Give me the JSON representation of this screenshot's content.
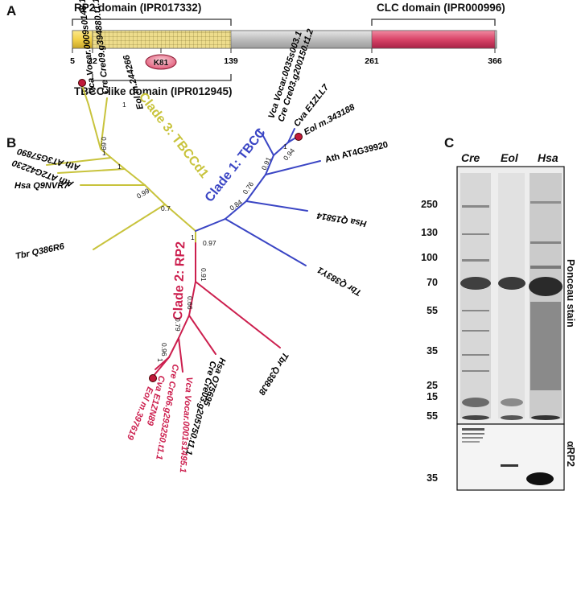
{
  "panel_a": {
    "letter": "A",
    "rp2_domain": "RP2 domain (IPR017332)",
    "clc_domain": "CLC domain (IPR000996)",
    "tbcc_like_domain": "TBCC-like domain (IPR012945)",
    "site_label": "K81",
    "positions": [
      "5",
      "22",
      "139",
      "261",
      "366"
    ],
    "colors": {
      "yellow": "#f3d24a",
      "grid": "#e9d98a",
      "grey": "#c9c9c9",
      "clc": "#d94468",
      "k81": "#e77b90"
    }
  },
  "panel_b": {
    "letter": "B",
    "clades": {
      "clade1": "Clade 1: TBCC",
      "clade2": "Clade 2: RP2",
      "clade3": "Clade 3: TBCCd1"
    },
    "clade_colors": {
      "clade1": "#3a45c4",
      "clade2": "#cc1f4e",
      "clade3": "#c8c33c"
    },
    "leaves": {
      "vca_tbcc": "Vca Vocar.0035s003.1",
      "cre_tbcc": "Cre Cre03.g200150.t1.2",
      "cva_tbcc": "Cva E1ZLL7",
      "eol_tbcc": "Eol m.343188",
      "ath_tbcc": "Ath AT4G39920",
      "hsa_tbcc": "Hsa Q15814",
      "tbr_tbcc": "Tbr Q383Y1",
      "vca_tbccd1": "Vca Vocar.0009s0148.1",
      "cre_tbccd1": "Cre Cre09.g394880.t1.1",
      "eol_tbccd1": "Eol m.244266",
      "ath1_tbccd1": "Ath AT3G57890",
      "ath2_tbccd1": "Ath AT2G42230",
      "hsa_tbccd1": "Hsa Q9NVR7",
      "tbr_tbccd1": "Tbr Q386R6",
      "eol_rp2": "Eol m.397619",
      "cva_rp2": "Cva E1ZN89",
      "cre_rp2": "Cre Cre06.g293250.t1.1",
      "vca_rp2": "Vca Vocar.0001s1495.1",
      "cre2_rp2": "Cre Cre03.g205750.t1.1",
      "hsa_rp2": "Hsa O75695",
      "tbr_rp2": "Tbr Q388J8"
    },
    "support": {
      "s_097": "0.97",
      "s_084": "0.84",
      "s_076": "0.76",
      "s_091": "0.91",
      "s_094": "0.94",
      "s_1a": "1",
      "s_1b": "1",
      "s_07": "0.7",
      "s_099": "0.99",
      "s_1c": "1",
      "s_069": "0.69",
      "s_1d": "1",
      "s_1e": "1",
      "s_091b": "0.91",
      "s_066": "0.66",
      "s_079": "0.79",
      "s_096": "0.96",
      "s_1f": "1"
    }
  },
  "panel_c": {
    "letter": "C",
    "lanes": [
      "Cre",
      "Eol",
      "Hsa"
    ],
    "mw_top": [
      "250",
      "130",
      "100",
      "70",
      "55",
      "35",
      "25",
      "15"
    ],
    "mw_bottom": [
      "55",
      "35"
    ],
    "ponceau_label": "Ponceau stain",
    "blot_label": "αRP2"
  }
}
